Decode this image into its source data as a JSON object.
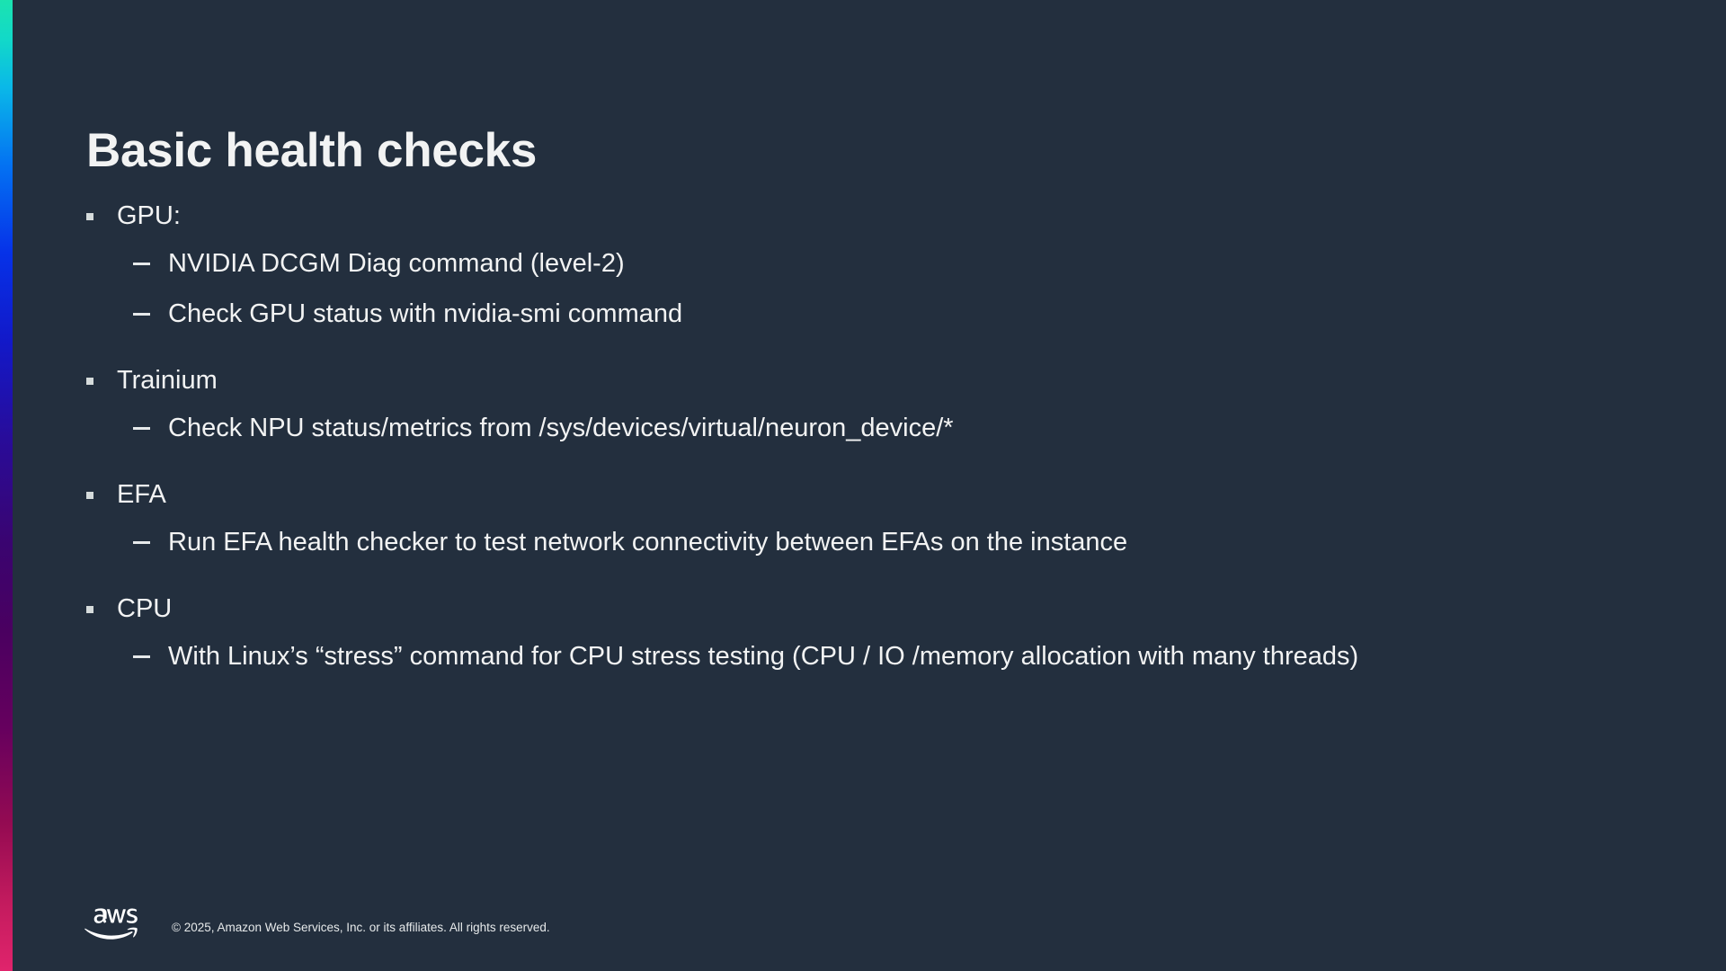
{
  "slide": {
    "title": "Basic health checks",
    "background_color": "#232F3E",
    "text_color": "#F2F3F3",
    "accent_bar": {
      "name": "gradient-accent-bar",
      "colors": [
        "#1BE3B0",
        "#0AB8E8",
        "#0472F2",
        "#1219C9",
        "#3A0470",
        "#66005E",
        "#C31B5E",
        "#E0246C"
      ]
    },
    "groups": [
      {
        "heading": "GPU:",
        "items": [
          "NVIDIA DCGM Diag command (level-2)",
          "Check GPU status with nvidia-smi command"
        ]
      },
      {
        "heading": "Trainium",
        "items": [
          "Check NPU status/metrics from /sys/devices/virtual/neuron_device/*"
        ]
      },
      {
        "heading": "EFA",
        "items": [
          "Run EFA health checker to test network connectivity between EFAs on the instance"
        ]
      },
      {
        "heading": "CPU",
        "items": [
          "With Linux’s “stress” command for CPU stress testing (CPU / IO /memory allocation with many threads)"
        ]
      }
    ]
  },
  "footer": {
    "logo_name": "aws-logo",
    "logo_text": "aws",
    "copyright": "© 2025, Amazon Web Services, Inc. or its affiliates. All rights reserved."
  }
}
